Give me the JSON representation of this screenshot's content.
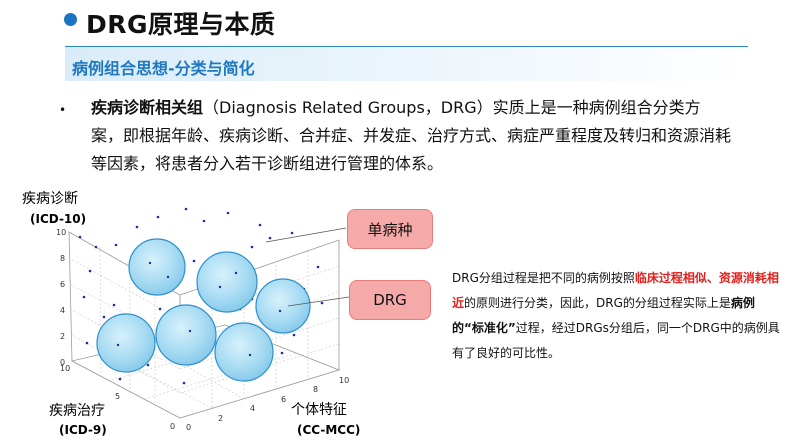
{
  "header": {
    "title": "DRG原理与本质",
    "subtitle": "病例组合思想-分类与简化"
  },
  "bullet": {
    "symbol": "•",
    "term": "疾病诊断相关组",
    "paren": "（Diagnosis Related Groups，DRG）",
    "text": "实质上是一种病例组合分类方案，即根据年龄、疾病诊断、合并症、并发症、治疗方式、病症严重程度及转归和资源消耗等因素，将患者分入若干诊断组进行管理的体系。"
  },
  "figure": {
    "axis_icd10_name": "疾病诊断",
    "axis_icd10_code": "(ICD-10)",
    "axis_icd9_name": "疾病治疗",
    "axis_icd9_code": "(ICD-9)",
    "axis_ccmcc_name": "个体特征",
    "axis_ccmcc_code": "(CC-MCC)",
    "z_ticks": [
      "0",
      "2",
      "4",
      "6",
      "8",
      "10"
    ],
    "y_ticks": [
      "0",
      "5",
      "10"
    ],
    "x_ticks": [
      "0",
      "2",
      "4",
      "6",
      "8",
      "10"
    ],
    "callout_single_disease": "单病种",
    "callout_drg": "DRG",
    "colors": {
      "sphere": "#a9dcf3",
      "sphere_edge": "#2c8fd0",
      "point": "#1c2fa0",
      "callout": "#f5aaa9"
    }
  },
  "note": {
    "part1": "DRG分组过程是把不同的病例按照",
    "highlight": "临床过程相似、资源消耗相近",
    "part2": "的原则进行分类，因此，DRG的分组过程实际上是",
    "bold1": "病例的“标准化”",
    "part3": "过程，经过DRGs分组后，同一个DRG中的病例具有了良好的可比性。"
  }
}
